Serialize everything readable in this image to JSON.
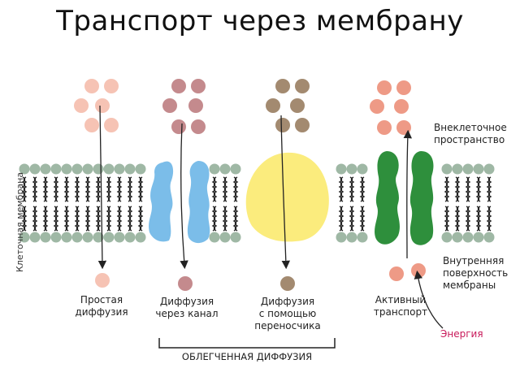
{
  "title": "Транспорт через мембрану",
  "membrane_label": "Клеточная мембрана",
  "labels": {
    "outside_1": "Внеклеточное",
    "outside_2": "пространство",
    "inside_1": "Внутренняя",
    "inside_2": "поверхность",
    "inside_3": "мембраны",
    "simple_1": "Простая",
    "simple_2": "диффузия",
    "channel_1": "Диффузия",
    "channel_2": "через канал",
    "carrier_1": "Диффузия",
    "carrier_2": "с помощью",
    "carrier_3": "переносчика",
    "active_1": "Активный",
    "active_2": "транспорт",
    "energy": "Энергия",
    "facilitated": "ОБЛЕГЧЕННАЯ ДИФФУЗИЯ"
  },
  "colors": {
    "simple": "#f6c3b4",
    "channel": "#c48a8d",
    "carrier": "#a38a70",
    "active": "#ee9a86",
    "channel_protein": "#7bbde9",
    "carrier_protein": "#fbec7d",
    "pump_protein": "#2e8f3c",
    "lipid_head": "#9fb8a5",
    "energy": "#c8195a"
  },
  "icons": {
    "arrow": "arrow-down-icon",
    "energy_arrow": "curved-arrow-icon"
  }
}
